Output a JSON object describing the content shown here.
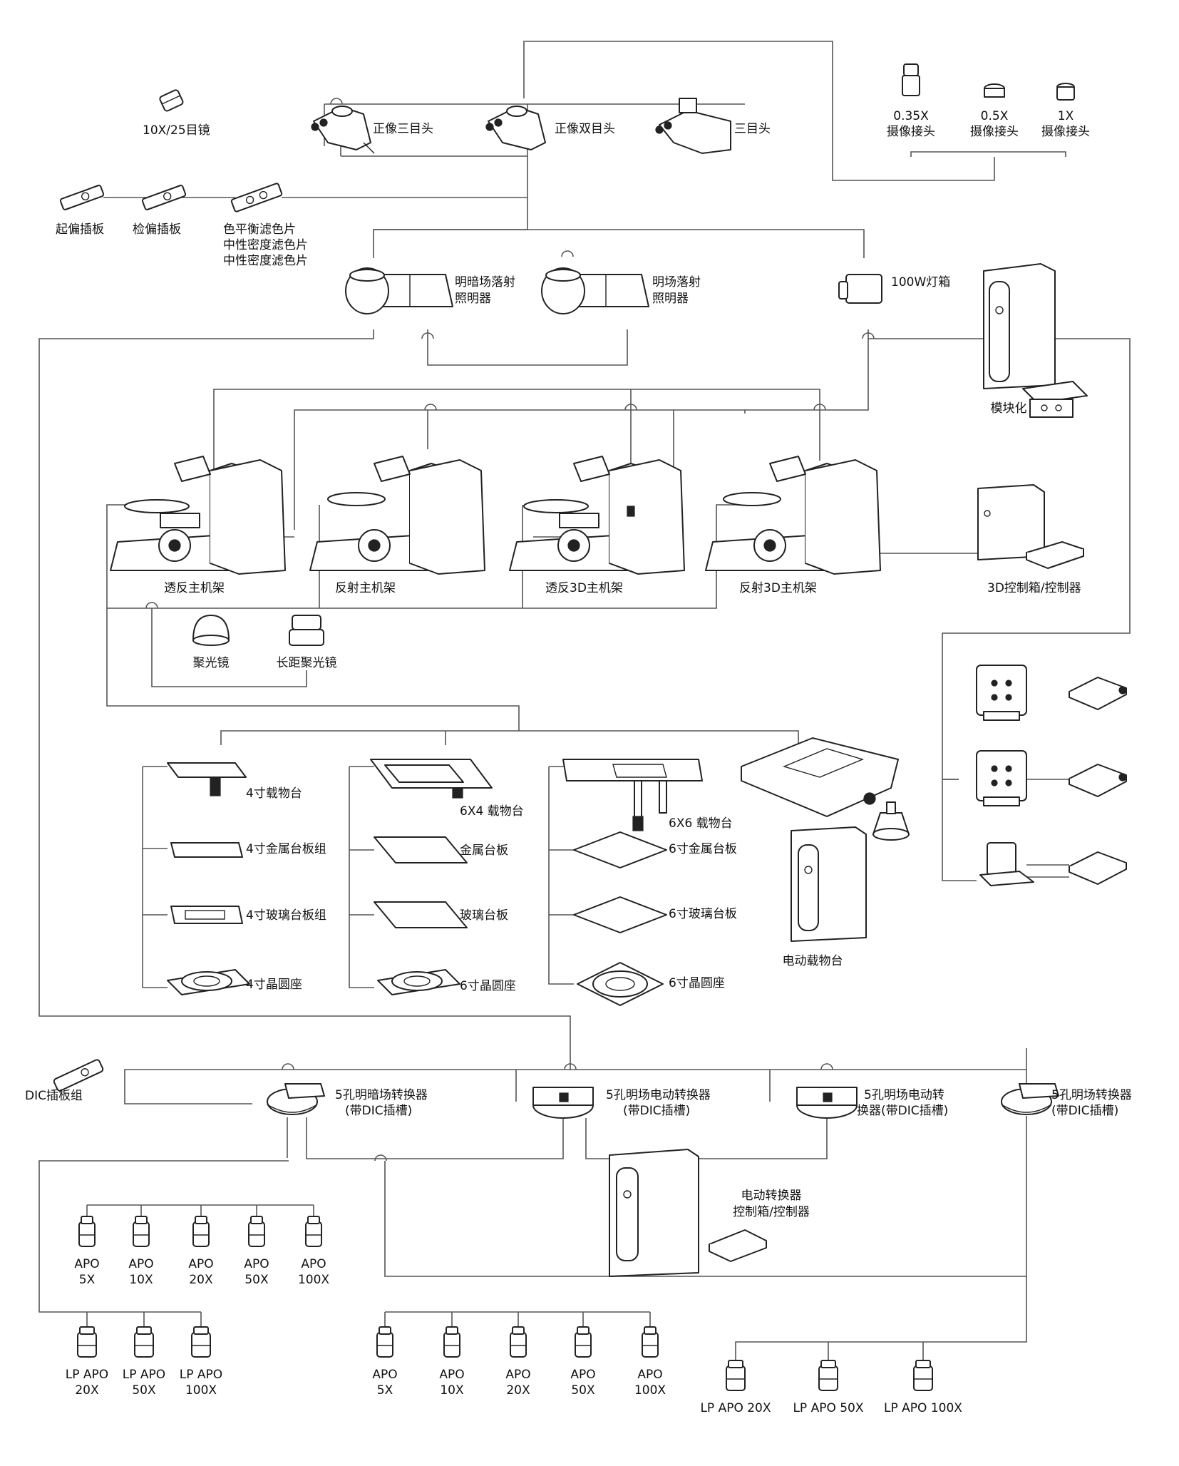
{
  "labels": {
    "eyepiece": "10X/25目镜",
    "erect_trinocular": "正像三目头",
    "erect_binocular": "正像双目头",
    "trinocular": "三目头",
    "cam_035": [
      "0.35X",
      "摄像接头"
    ],
    "cam_05": [
      "0.5X",
      "摄像接头"
    ],
    "cam_1": [
      "1X",
      "摄像接头"
    ],
    "polarizer": "起偏插板",
    "analyzer": "检偏插板",
    "filters": [
      "色平衡滤色片",
      "中性密度滤色片",
      "中性密度滤色片"
    ],
    "bd_illuminator": [
      "明暗场落射",
      "照明器"
    ],
    "bf_illuminator": [
      "明场落射",
      "照明器"
    ],
    "lamp_house": "100W灯箱",
    "modular": "模块化",
    "frame_tr": "透反主机架",
    "frame_r": "反射主机架",
    "frame_tr3d": "透反3D主机架",
    "frame_r3d": "反射3D主机架",
    "controller_3d": "3D控制箱/控制器",
    "condenser": "聚光镜",
    "ld_condenser": "长距聚光镜",
    "stage4": "4寸载物台",
    "metal_plate4": "4寸金属台板组",
    "glass_plate4": "4寸玻璃台板组",
    "wafer4": "4寸晶圆座",
    "stage6x4": "6X4 载物台",
    "metal_plate": "金属台板",
    "glass_plate": "玻璃台板",
    "wafer6a": "6寸晶圆座",
    "stage6x6": "6X6 载物台",
    "metal_plate6": "6寸金属台板",
    "glass_plate6": "6寸玻璃台板",
    "wafer6b": "6寸晶圆座",
    "motor_stage": "电动载物台",
    "dic": "DIC插板组",
    "nosepiece1": [
      "5孔明暗场转换器",
      "(带DIC插槽)"
    ],
    "nosepiece2": [
      "5孔明场电动转换器",
      "(带DIC插槽)"
    ],
    "nosepiece3": [
      "5孔明场电动转",
      "换器(带DIC插槽)"
    ],
    "nosepiece4": [
      "5孔明场转换器",
      "(带DIC插槽)"
    ],
    "motor_nose_ctrl": [
      "电动转换器",
      "控制箱/控制器"
    ]
  },
  "objectives": {
    "group1": [
      [
        "APO",
        "5X"
      ],
      [
        "APO",
        "10X"
      ],
      [
        "APO",
        "20X"
      ],
      [
        "APO",
        "50X"
      ],
      [
        "APO",
        "100X"
      ]
    ],
    "group2": [
      [
        "LP APO",
        "20X"
      ],
      [
        "LP APO",
        "50X"
      ],
      [
        "LP APO",
        "100X"
      ]
    ],
    "group3": [
      [
        "APO",
        "5X"
      ],
      [
        "APO",
        "10X"
      ],
      [
        "APO",
        "20X"
      ],
      [
        "APO",
        "50X"
      ],
      [
        "APO",
        "100X"
      ]
    ],
    "group4": [
      "LP APO 20X",
      "LP APO 50X",
      "LP APO 100X"
    ]
  },
  "colors": {
    "line": "#555555",
    "outline": "#222222",
    "text": "#111111"
  }
}
